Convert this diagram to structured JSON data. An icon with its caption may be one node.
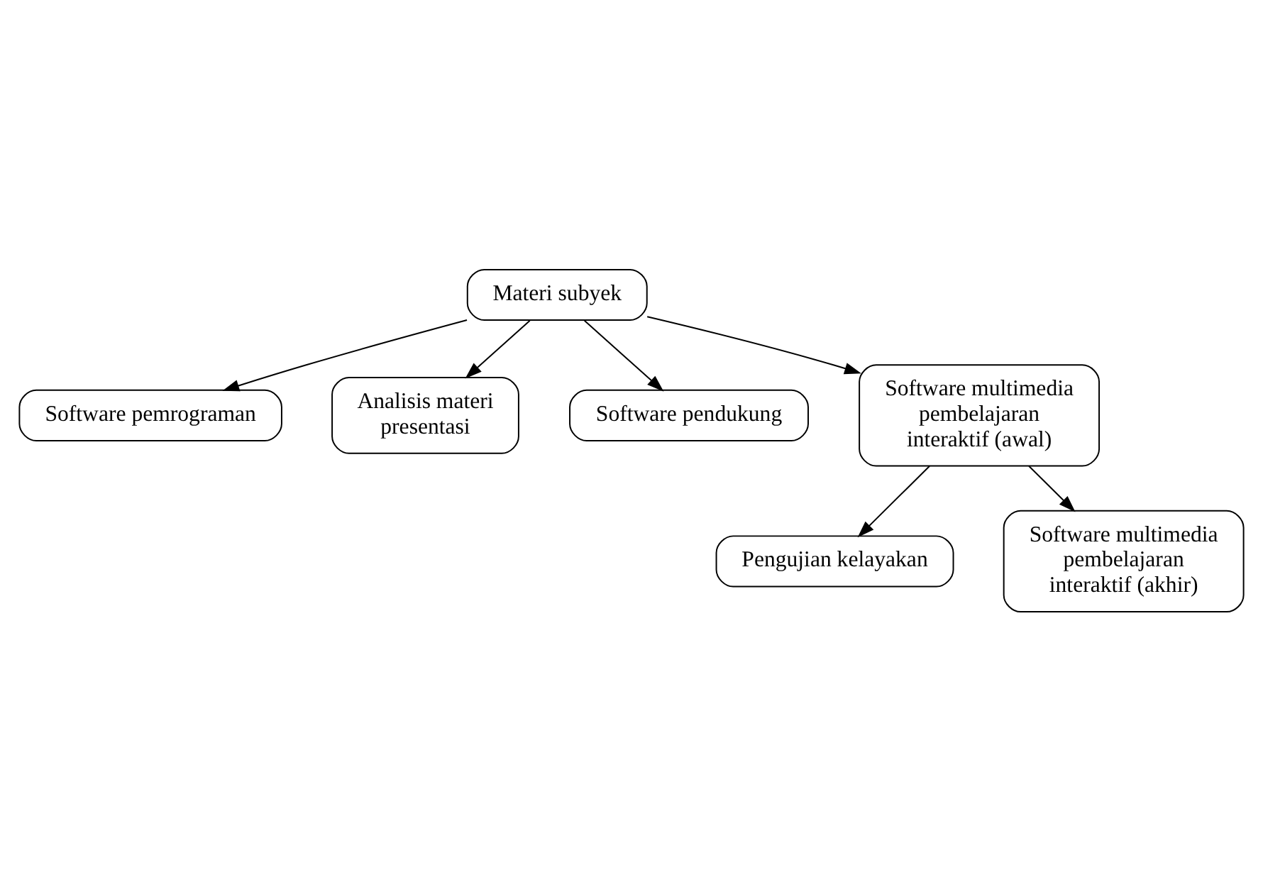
{
  "diagram": {
    "nodes": [
      {
        "text": [
          "Materi subyek"
        ]
      },
      {
        "text": [
          "Software pemrograman"
        ]
      },
      {
        "text": [
          "Analisis materi presentasi"
        ]
      },
      {
        "text": [
          "Software pendukung"
        ]
      },
      {
        "text": [
          "Software multimedia pembelajaran interaktif (awal)"
        ]
      },
      {
        "text": [
          "Pengujian kelayakan"
        ]
      },
      {
        "text": [
          "Software multimedia pembelajaran interaktif (akhir)"
        ]
      }
    ],
    "edges": [
      {
        "from": 0,
        "to": 1,
        "arrow": "to"
      },
      {
        "from": 0,
        "to": 2,
        "arrow": "to"
      },
      {
        "from": 0,
        "to": 3,
        "arrow": "to"
      },
      {
        "from": 0,
        "to": 4,
        "arrow": "to"
      },
      {
        "from": 4,
        "to": 6,
        "arrow": "to"
      },
      {
        "from": 4,
        "to": 5,
        "arrow": "to"
      }
    ]
  }
}
